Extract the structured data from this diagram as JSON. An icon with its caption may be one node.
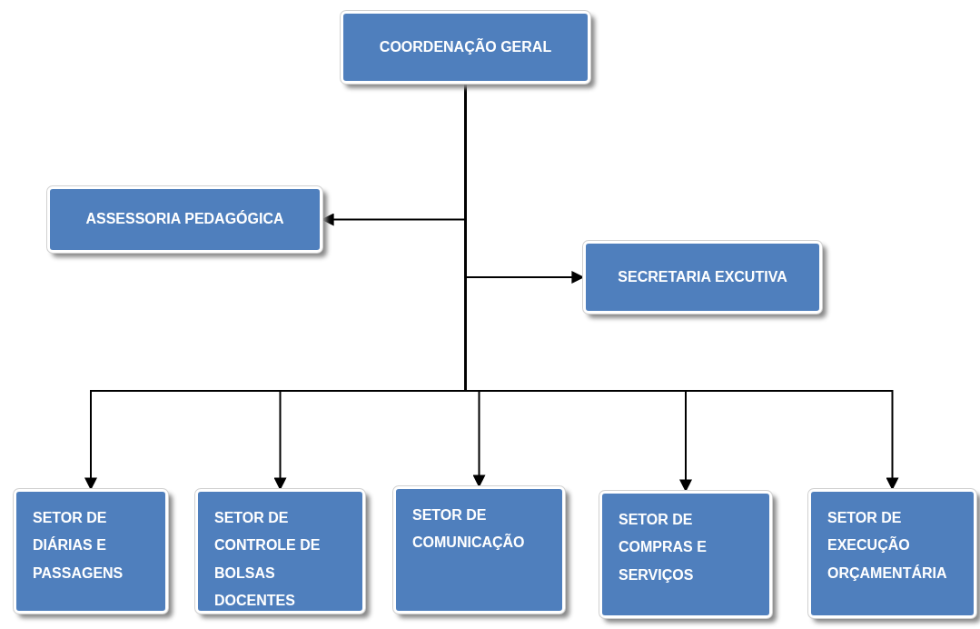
{
  "diagram": {
    "nodes": [
      {
        "text": [
          "COORDENAÇÃO GERAL"
        ]
      },
      {
        "text": [
          "ASSESSORIA PEDAGÓGICA"
        ]
      },
      {
        "text": [
          "SECRETARIA EXCUTIVA"
        ]
      },
      {
        "text": [
          "SETOR DE DIÁRIAS E PASSAGENS"
        ]
      },
      {
        "text": [
          "SETOR DE CONTROLE DE BOLSAS DOCENTES"
        ]
      },
      {
        "text": [
          "SETOR DE COMUNICAÇÃO"
        ]
      },
      {
        "text": [
          "SETOR DE COMPRAS E SERVIÇOS"
        ]
      },
      {
        "text": [
          "SETOR DE EXECUÇÃO ORÇAMENTÁRIA"
        ]
      }
    ],
    "edges": [
      {
        "from": 0,
        "to": 1,
        "arrow": "to"
      },
      {
        "from": 0,
        "to": 2,
        "arrow": "to"
      },
      {
        "from": 0,
        "to": 3,
        "arrow": "to"
      },
      {
        "from": 0,
        "to": 4,
        "arrow": "to"
      },
      {
        "from": 0,
        "to": 5,
        "arrow": "to"
      },
      {
        "from": 0,
        "to": 6,
        "arrow": "to"
      },
      {
        "from": 0,
        "to": 7,
        "arrow": "to"
      }
    ]
  }
}
